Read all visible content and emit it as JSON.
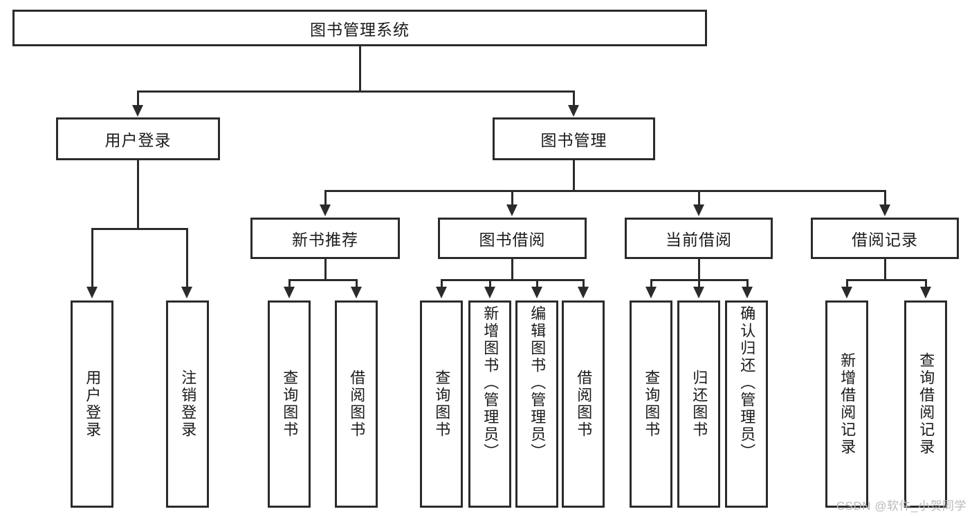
{
  "diagram": {
    "title": "图书管理系统",
    "type": "hierarchy-tree",
    "root": {
      "id": "root",
      "label": "图书管理系统"
    },
    "level2": [
      {
        "id": "user-login",
        "label": "用户登录"
      },
      {
        "id": "book-manage",
        "label": "图书管理"
      }
    ],
    "level3": [
      {
        "id": "new-book-rec",
        "label": "新书推荐"
      },
      {
        "id": "book-borrow",
        "label": "图书借阅"
      },
      {
        "id": "current-borrow",
        "label": "当前借阅"
      },
      {
        "id": "borrow-record",
        "label": "借阅记录"
      }
    ],
    "leaves": {
      "user_login": [
        {
          "id": "leaf-user-login",
          "label": "用户登录"
        },
        {
          "id": "leaf-logout",
          "label": "注销登录"
        }
      ],
      "new_book_rec": [
        {
          "id": "leaf-query-book-1",
          "label": "查询图书"
        },
        {
          "id": "leaf-borrow-book-1",
          "label": "借阅图书"
        }
      ],
      "book_borrow": [
        {
          "id": "leaf-query-book-2",
          "label": "查询图书"
        },
        {
          "id": "leaf-add-book",
          "label": "新增图书（管理员）"
        },
        {
          "id": "leaf-edit-book",
          "label": "编辑图书（管理员）"
        },
        {
          "id": "leaf-borrow-book-2",
          "label": "借阅图书"
        }
      ],
      "current_borrow": [
        {
          "id": "leaf-query-book-3",
          "label": "查询图书"
        },
        {
          "id": "leaf-return-book",
          "label": "归还图书"
        },
        {
          "id": "leaf-confirm-return",
          "label": "确认归还（管理员）"
        }
      ],
      "borrow_record": [
        {
          "id": "leaf-add-record",
          "label": "新增借阅记录"
        },
        {
          "id": "leaf-query-record",
          "label": "查询借阅记录"
        }
      ]
    }
  },
  "watermark": {
    "text": "CSDN @软件_小贺同学"
  },
  "colors": {
    "stroke": "#2b2b2b",
    "text": "#1a1a1a",
    "background": "#ffffff",
    "watermark": "#b9b9b9"
  }
}
